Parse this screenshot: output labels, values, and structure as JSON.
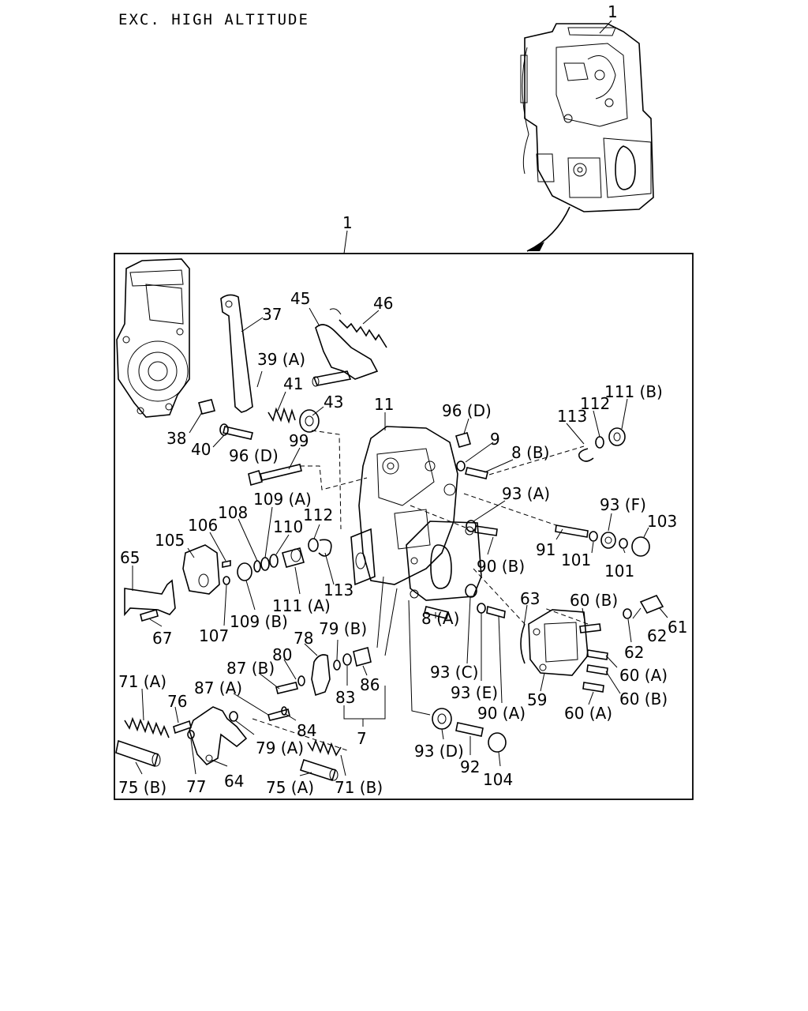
{
  "header": {
    "title": "EXC. HIGH ALTITUDE"
  },
  "callouts": [
    {
      "id": "c-1-top",
      "text": "1"
    },
    {
      "id": "c-1",
      "text": "1"
    },
    {
      "id": "c-37",
      "text": "37"
    },
    {
      "id": "c-45",
      "text": "45"
    },
    {
      "id": "c-46",
      "text": "46"
    },
    {
      "id": "c-39a",
      "text": "39 (A)"
    },
    {
      "id": "c-41",
      "text": "41"
    },
    {
      "id": "c-43",
      "text": "43"
    },
    {
      "id": "c-11",
      "text": "11"
    },
    {
      "id": "c-96d-a",
      "text": "96 (D)"
    },
    {
      "id": "c-9",
      "text": "9"
    },
    {
      "id": "c-8b",
      "text": "8 (B)"
    },
    {
      "id": "c-113-a",
      "text": "113"
    },
    {
      "id": "c-112-a",
      "text": "112"
    },
    {
      "id": "c-111b",
      "text": "111 (B)"
    },
    {
      "id": "c-38",
      "text": "38"
    },
    {
      "id": "c-40",
      "text": "40"
    },
    {
      "id": "c-96d-b",
      "text": "96 (D)"
    },
    {
      "id": "c-99",
      "text": "99"
    },
    {
      "id": "c-93a",
      "text": "93 (A)"
    },
    {
      "id": "c-93f",
      "text": "93 (F)"
    },
    {
      "id": "c-103",
      "text": "103"
    },
    {
      "id": "c-109a",
      "text": "109 (A)"
    },
    {
      "id": "c-108",
      "text": "108"
    },
    {
      "id": "c-106",
      "text": "106"
    },
    {
      "id": "c-110",
      "text": "110"
    },
    {
      "id": "c-112-b",
      "text": "112"
    },
    {
      "id": "c-105",
      "text": "105"
    },
    {
      "id": "c-65",
      "text": "65"
    },
    {
      "id": "c-91",
      "text": "91"
    },
    {
      "id": "c-101-a",
      "text": "101"
    },
    {
      "id": "c-101-b",
      "text": "101"
    },
    {
      "id": "c-90b",
      "text": "90 (B)"
    },
    {
      "id": "c-113-b",
      "text": "113"
    },
    {
      "id": "c-111a",
      "text": "111 (A)"
    },
    {
      "id": "c-63",
      "text": "63"
    },
    {
      "id": "c-60b-top",
      "text": "60 (B)"
    },
    {
      "id": "c-67",
      "text": "67"
    },
    {
      "id": "c-107",
      "text": "107"
    },
    {
      "id": "c-109b",
      "text": "109 (B)"
    },
    {
      "id": "c-62-a",
      "text": "62"
    },
    {
      "id": "c-61",
      "text": "61"
    },
    {
      "id": "c-62-b",
      "text": "62"
    },
    {
      "id": "c-78",
      "text": "78"
    },
    {
      "id": "c-79b",
      "text": "79 (B)"
    },
    {
      "id": "c-8a",
      "text": "8 (A)"
    },
    {
      "id": "c-80",
      "text": "80"
    },
    {
      "id": "c-87b",
      "text": "87 (B)"
    },
    {
      "id": "c-93c",
      "text": "93 (C)"
    },
    {
      "id": "c-60a-r",
      "text": "60 (A)"
    },
    {
      "id": "c-71a",
      "text": "71 (A)"
    },
    {
      "id": "c-86",
      "text": "86"
    },
    {
      "id": "c-87a",
      "text": "87 (A)"
    },
    {
      "id": "c-83",
      "text": "83"
    },
    {
      "id": "c-93e",
      "text": "93 (E)"
    },
    {
      "id": "c-59",
      "text": "59"
    },
    {
      "id": "c-60b-bot",
      "text": "60 (B)"
    },
    {
      "id": "c-76",
      "text": "76"
    },
    {
      "id": "c-90a",
      "text": "90 (A)"
    },
    {
      "id": "c-60a-bot",
      "text": "60 (A)"
    },
    {
      "id": "c-84",
      "text": "84"
    },
    {
      "id": "c-7",
      "text": "7"
    },
    {
      "id": "c-79a",
      "text": "79 (A)"
    },
    {
      "id": "c-93d",
      "text": "93 (D)"
    },
    {
      "id": "c-92",
      "text": "92"
    },
    {
      "id": "c-104",
      "text": "104"
    },
    {
      "id": "c-75b",
      "text": "75 (B)"
    },
    {
      "id": "c-77",
      "text": "77"
    },
    {
      "id": "c-64",
      "text": "64"
    },
    {
      "id": "c-75a",
      "text": "75 (A)"
    },
    {
      "id": "c-71b",
      "text": "71 (B)"
    }
  ]
}
